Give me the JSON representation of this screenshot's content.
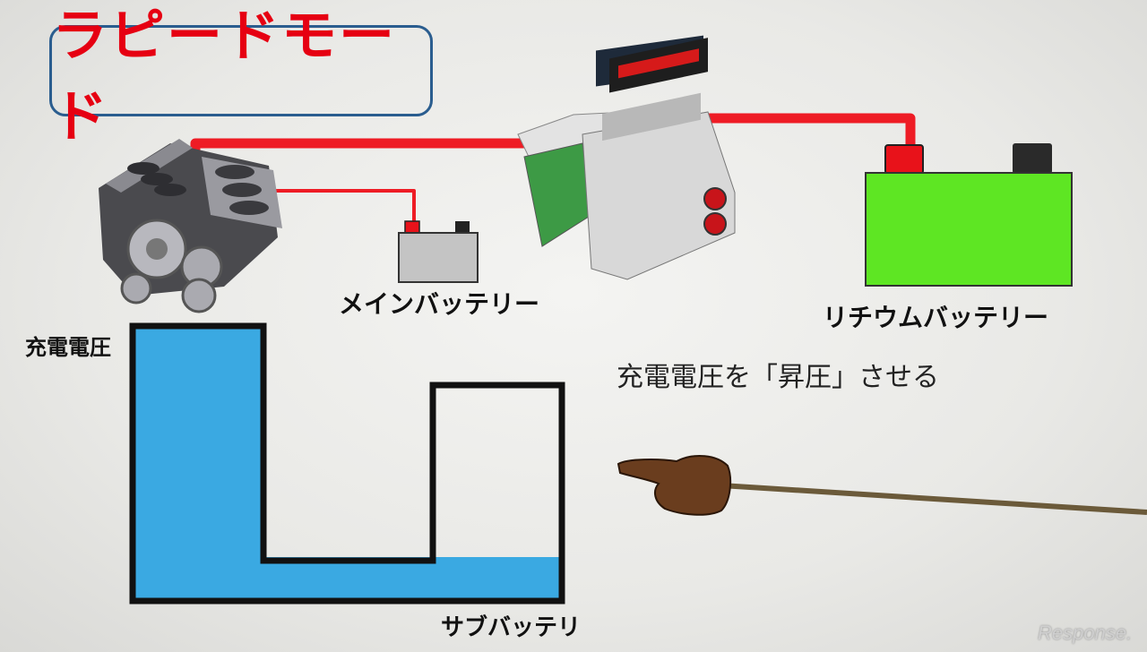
{
  "title": "ラピードモード",
  "labels": {
    "main_battery": "メインバッテリー",
    "lithium_battery": "リチウムバッテリー",
    "charge_voltage": "充電電圧",
    "sub_battery": "サブバッテリ"
  },
  "caption": "充電電圧を「昇圧」させる",
  "watermark": "Response.",
  "colors": {
    "title_text": "#e60012",
    "title_border": "#2a5d8f",
    "wire": "#ee1c25",
    "lithium_battery": "#5ee623",
    "main_battery": "#c4c4c4",
    "water": "#3aa9e2"
  }
}
